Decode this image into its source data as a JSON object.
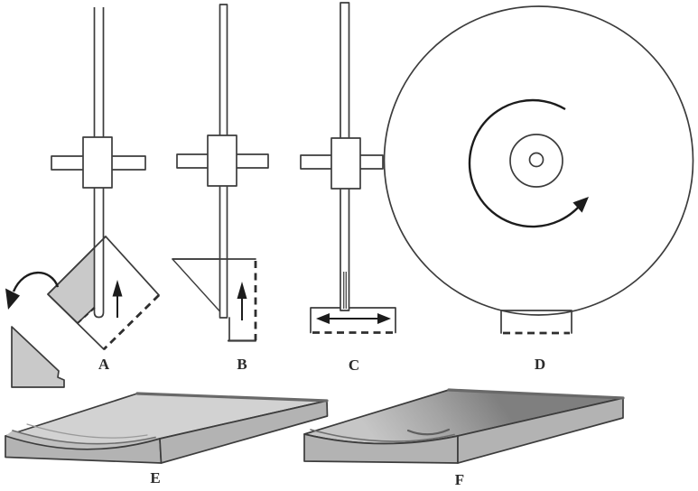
{
  "labels": {
    "a": "A",
    "b": "B",
    "c": "C",
    "d": "D",
    "e": "E",
    "f": "F"
  },
  "colors": {
    "background": "#ffffff",
    "line": "#3c3c3c",
    "shade_soft": "#c9c9c9",
    "shade_light": "#d2d2d2",
    "shade_mid": "#b3b3b3",
    "shade_dark": "#8a8a8a",
    "arrow": "#1c1c1c"
  },
  "icons": {
    "up_arrow": "↑",
    "lateral_arrow": "↔",
    "rotation_arrow": "⟲",
    "wheel_rotation_arrow": "⟲"
  }
}
